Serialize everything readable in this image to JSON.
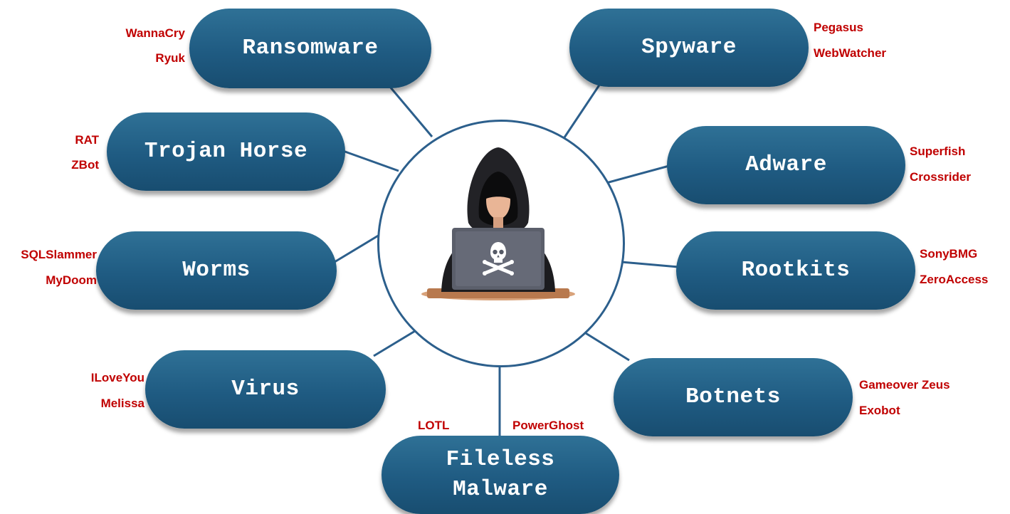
{
  "center": {
    "icon": "hacker-icon"
  },
  "categories": {
    "ransomware": {
      "label": "Ransomware",
      "examples": [
        "WannaCry",
        "Ryuk"
      ]
    },
    "trojan": {
      "label": "Trojan Horse",
      "examples": [
        "RAT",
        "ZBot"
      ]
    },
    "worms": {
      "label": "Worms",
      "examples": [
        "SQLSlammer",
        "MyDoom"
      ]
    },
    "virus": {
      "label": "Virus",
      "examples": [
        "ILoveYou",
        "Melissa"
      ]
    },
    "fileless": {
      "label_line1": "Fileless",
      "label_line2": "Malware",
      "examples": [
        "LOTL",
        "PowerGhost"
      ]
    },
    "botnets": {
      "label": "Botnets",
      "examples": [
        "Gameover Zeus",
        "Exobot"
      ]
    },
    "rootkits": {
      "label": "Rootkits",
      "examples": [
        "SonyBMG",
        "ZeroAccess"
      ]
    },
    "adware": {
      "label": "Adware",
      "examples": [
        "Superfish",
        "Crossrider"
      ]
    },
    "spyware": {
      "label": "Spyware",
      "examples": [
        "Pegasus",
        "WebWatcher"
      ]
    }
  },
  "colors": {
    "node_fill": "#1f5b82",
    "connector": "#2c5f8c",
    "example_text": "#c00000"
  }
}
